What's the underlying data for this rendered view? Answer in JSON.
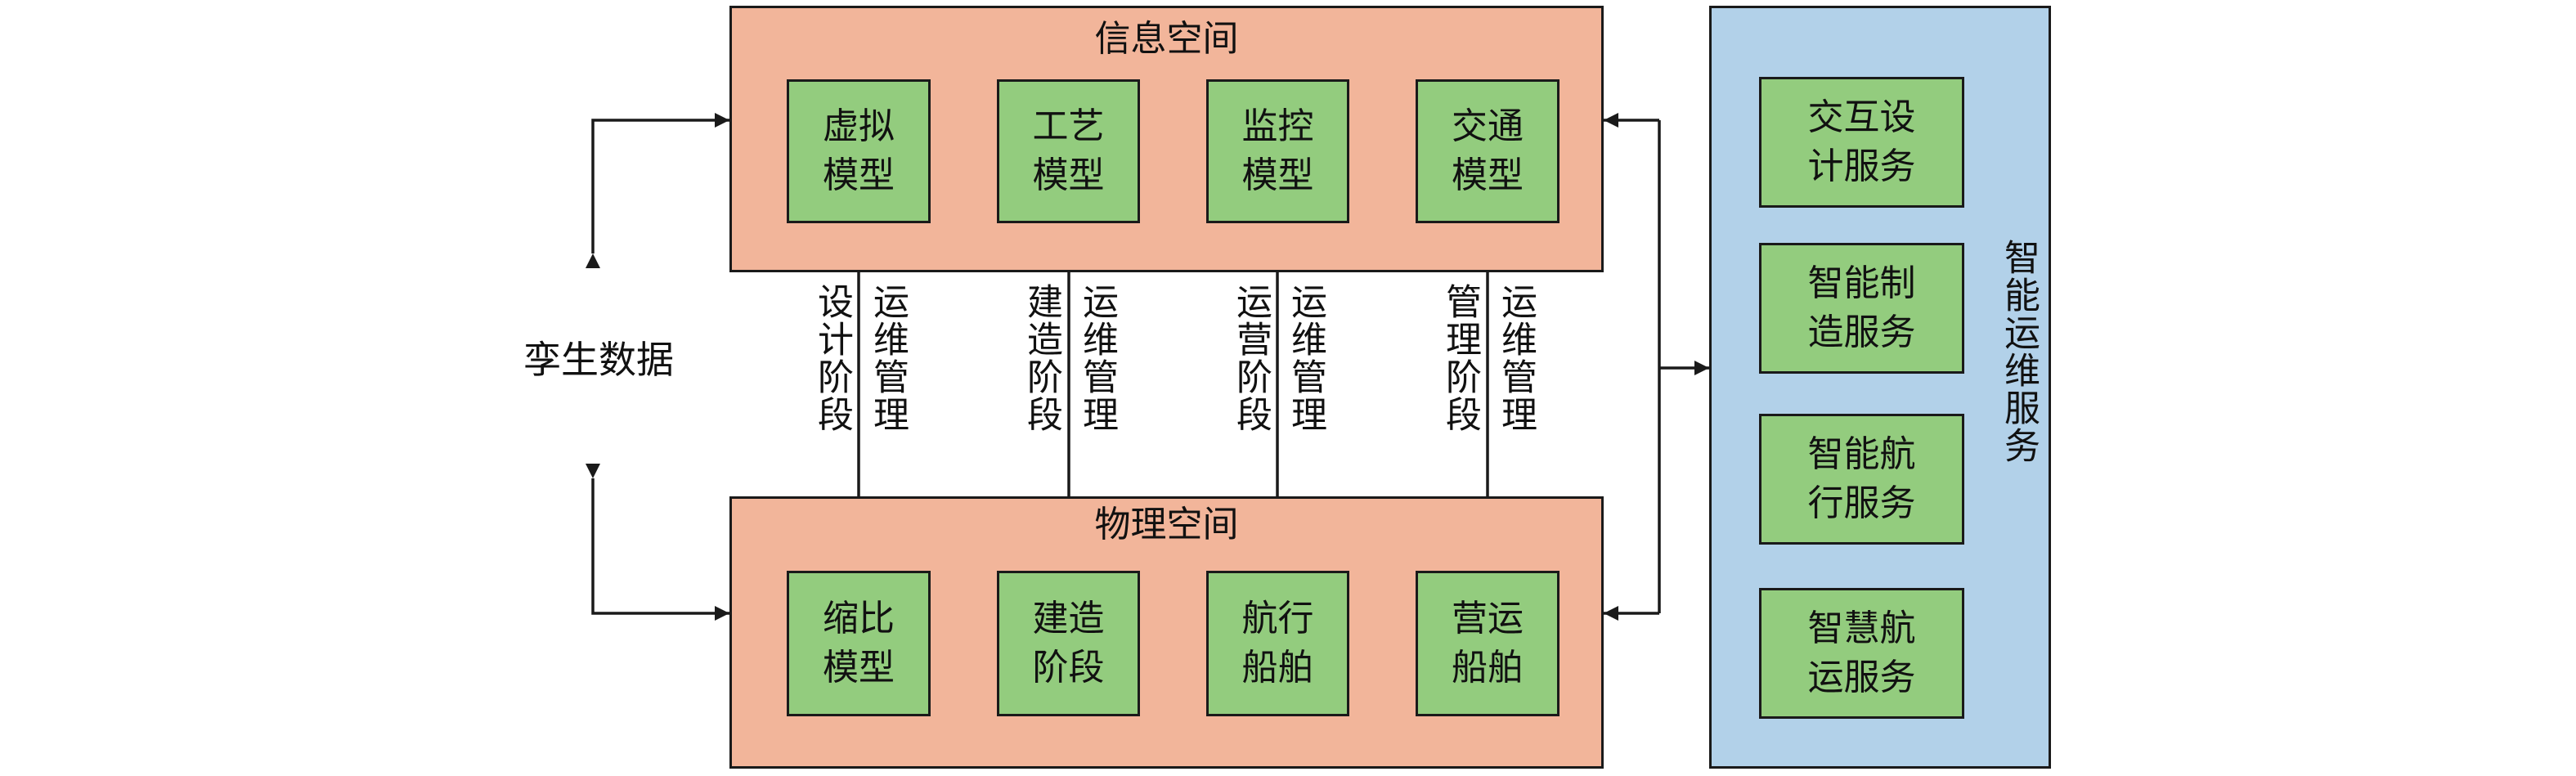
{
  "colors": {
    "space_fill": "#f2b59a",
    "model_fill": "#93cc7e",
    "service_panel_fill": "#b2d1e9",
    "line": "#1a1a1a"
  },
  "info_space": {
    "title": "信息空间",
    "models": [
      {
        "line1": "虚拟",
        "line2": "模型"
      },
      {
        "line1": "工艺",
        "line2": "模型"
      },
      {
        "line1": "监控",
        "line2": "模型"
      },
      {
        "line1": "交通",
        "line2": "模型"
      }
    ]
  },
  "physical_space": {
    "title": "物理空间",
    "models": [
      {
        "line1": "缩比",
        "line2": "模型"
      },
      {
        "line1": "建造",
        "line2": "阶段"
      },
      {
        "line1": "航行",
        "line2": "船舶"
      },
      {
        "line1": "营运",
        "line2": "船舶"
      }
    ]
  },
  "connectors": [
    {
      "phase": "设计阶段",
      "ops": "运维管理"
    },
    {
      "phase": "建造阶段",
      "ops": "运维管理"
    },
    {
      "phase": "运营阶段",
      "ops": "运维管理"
    },
    {
      "phase": "管理阶段",
      "ops": "运维管理"
    }
  ],
  "twin_data_label": "孪生数据",
  "services_panel": {
    "title": "智能运维服务",
    "items": [
      {
        "line1": "交互设",
        "line2": "计服务"
      },
      {
        "line1": "智能制",
        "line2": "造服务"
      },
      {
        "line1": "智能航",
        "line2": "行服务"
      },
      {
        "line1": "智慧航",
        "line2": "运服务"
      }
    ]
  }
}
